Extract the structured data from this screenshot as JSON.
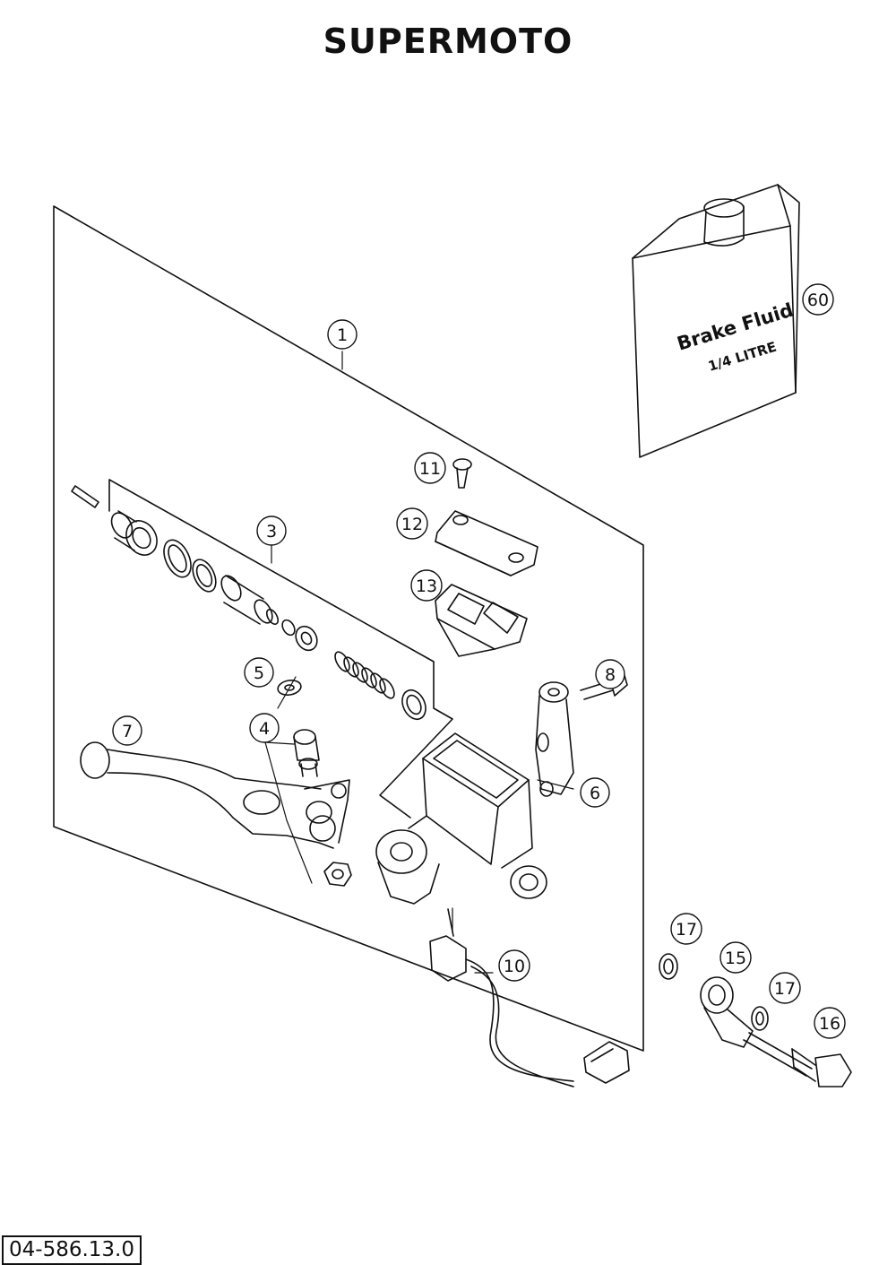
{
  "title": "SUPERMOTO",
  "part_code": "04-586.13.0",
  "bottle": {
    "line1": "Brake Fluid",
    "line2": "1/4 LITRE"
  },
  "callouts": {
    "c1": "1",
    "c3": "3",
    "c4": "4",
    "c5": "5",
    "c6": "6",
    "c7": "7",
    "c8": "8",
    "c10": "10",
    "c11": "11",
    "c12": "12",
    "c13": "13",
    "c15": "15",
    "c16": "16",
    "c17a": "17",
    "c17b": "17",
    "c60": "60"
  }
}
